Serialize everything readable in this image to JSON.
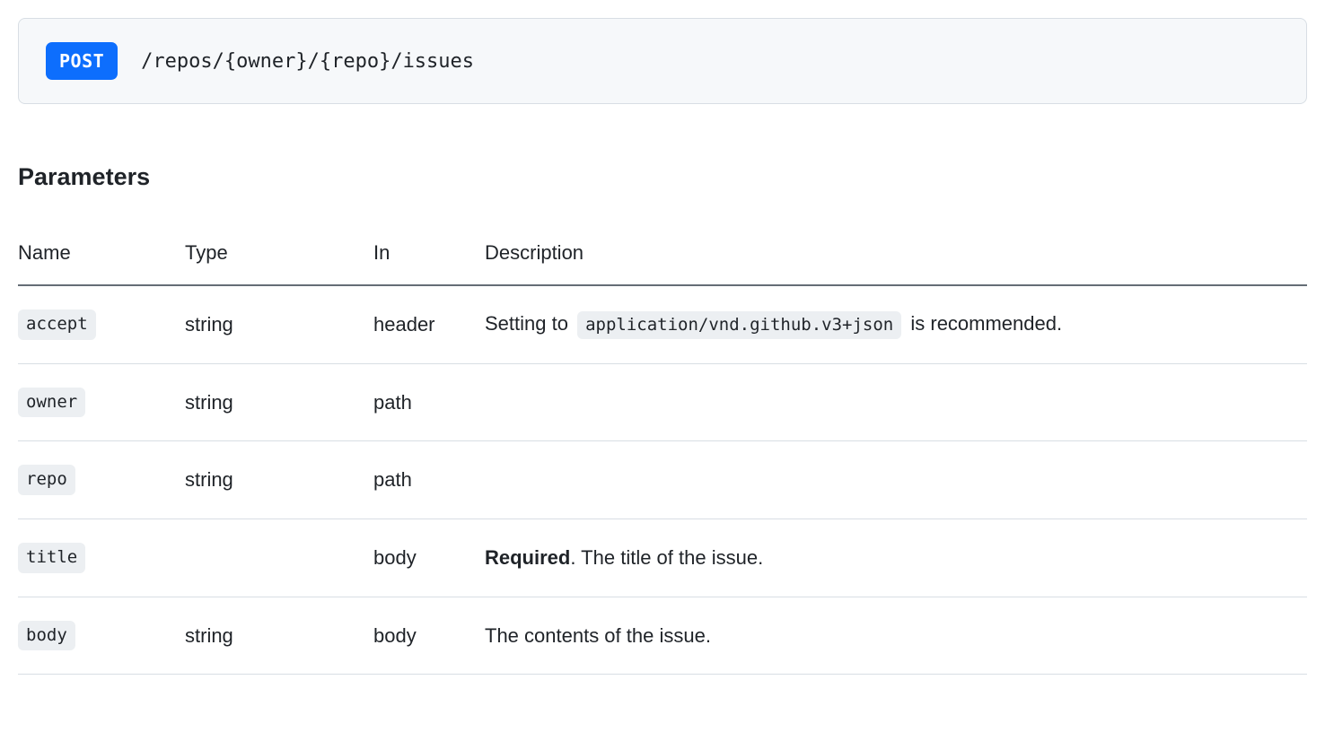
{
  "endpoint": {
    "method": "POST",
    "path": "/repos/{owner}/{repo}/issues",
    "method_color": "#0d6efd"
  },
  "parameters": {
    "section_title": "Parameters",
    "columns": [
      "Name",
      "Type",
      "In",
      "Description"
    ],
    "rows": [
      {
        "name": "accept",
        "type": "string",
        "in": "header",
        "description": [
          {
            "style": "plain",
            "text": "Setting to "
          },
          {
            "style": "code",
            "text": "application/vnd.github.v3+json"
          },
          {
            "style": "plain",
            "text": " is recommended."
          }
        ]
      },
      {
        "name": "owner",
        "type": "string",
        "in": "path",
        "description": []
      },
      {
        "name": "repo",
        "type": "string",
        "in": "path",
        "description": []
      },
      {
        "name": "title",
        "type": "",
        "in": "body",
        "description": [
          {
            "style": "bold",
            "text": "Required"
          },
          {
            "style": "plain",
            "text": ". The title of the issue."
          }
        ]
      },
      {
        "name": "body",
        "type": "string",
        "in": "body",
        "description": [
          {
            "style": "plain",
            "text": "The contents of the issue."
          }
        ]
      }
    ]
  }
}
